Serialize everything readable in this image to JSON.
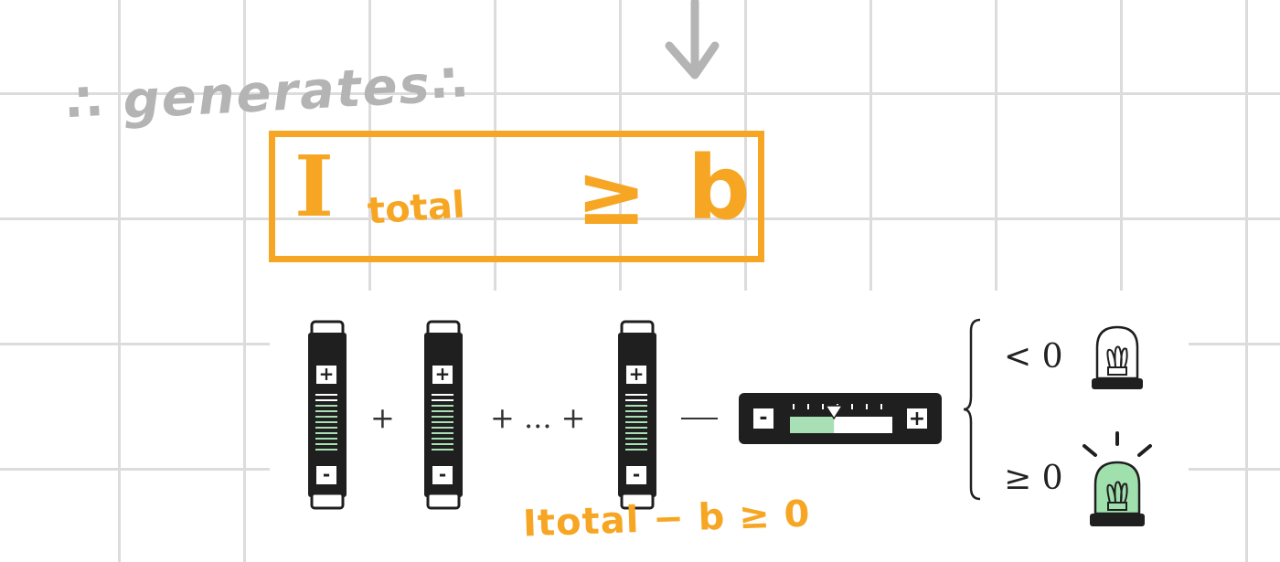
{
  "annotations": {
    "generates": "∴ generates∴",
    "arrow": "↓"
  },
  "formula": {
    "symbol": "I",
    "subscript": "total",
    "relation": "≥",
    "threshold": "b"
  },
  "bottom_equation": "Itotal − b ≥ 0",
  "expression": {
    "plus": "+",
    "plus_dots": "+ ... +",
    "battery_terminal_positive": "+",
    "battery_terminal_negative": "-"
  },
  "slider": {
    "minus_label": "-",
    "plus_label": "+",
    "level": 0.43
  },
  "conditions": [
    {
      "label": "< 0",
      "lamp": "lamp-off-icon"
    },
    {
      "label": "≥ 0",
      "lamp": "lamp-on-icon"
    }
  ],
  "colors": {
    "accent": "#f6a623",
    "battery_fill": "#a9dfb4",
    "lamp_on": "#9fe0ad",
    "dark": "#1f1f1f"
  }
}
